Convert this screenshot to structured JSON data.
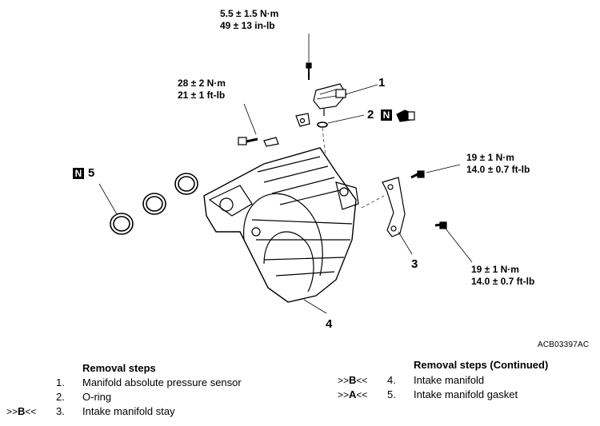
{
  "torques": {
    "sensor_nm": "5.5 ± 1.5 N·m",
    "sensor_inlb": "49 ± 13 in-lb",
    "bolt_nm": "28 ± 2 N·m",
    "bolt_ftlb": "21 ± 1 ft-lb",
    "stay_upper_nm": "19 ± 1 N·m",
    "stay_upper_ftlb": "14.0 ± 0.7 ft-lb",
    "stay_lower_nm": "19 ± 1 N·m",
    "stay_lower_ftlb": "14.0 ± 0.7 ft-lb"
  },
  "callouts": {
    "c1": "1",
    "c2": "2",
    "c3": "3",
    "c4": "4",
    "c5": "5",
    "badge": "N"
  },
  "figure_id": "ACB03397AC",
  "removal_left": {
    "title": "Removal steps",
    "steps": [
      {
        "ref": "",
        "num": "1.",
        "text": "Manifold absolute pressure sensor"
      },
      {
        "ref": "",
        "num": "2.",
        "text": "O-ring"
      },
      {
        "ref_pre": ">>",
        "ref_letter": "B",
        "ref_post": "<<",
        "num": "3.",
        "text": "Intake manifold stay"
      }
    ]
  },
  "removal_right": {
    "title": "Removal steps (Continued)",
    "steps": [
      {
        "ref_pre": ">>",
        "ref_letter": "B",
        "ref_post": "<<",
        "num": "4.",
        "text": "Intake manifold"
      },
      {
        "ref_pre": ">>",
        "ref_letter": "A",
        "ref_post": "<<",
        "num": "5.",
        "text": "Intake manifold gasket"
      }
    ]
  }
}
